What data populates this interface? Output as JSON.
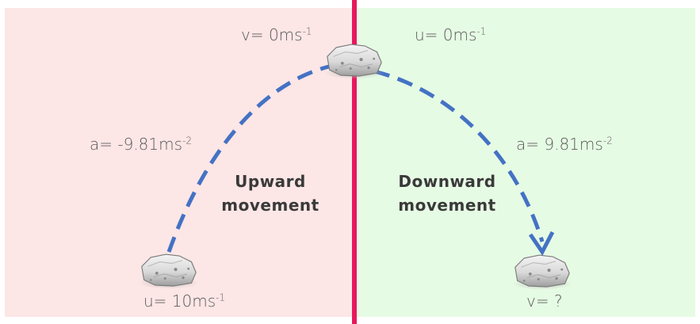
{
  "labels": {
    "v_top": {
      "prefix": "v= 0ms",
      "exp": "-1"
    },
    "u_top": {
      "prefix": "u= 0ms",
      "exp": "-1"
    },
    "a_left": {
      "prefix": "a= -9.81ms",
      "exp": "-2"
    },
    "a_right": {
      "prefix": "a= 9.81ms",
      "exp": "-2"
    },
    "u_bottom": {
      "prefix": "u= 10ms",
      "exp": "-1"
    },
    "v_bottom": {
      "prefix": "v= ?",
      "exp": ""
    }
  },
  "movements": {
    "upward": [
      "Upward",
      "movement"
    ],
    "downward": [
      "Downward",
      "movement"
    ]
  },
  "colors": {
    "left_bg": "#fde6e6",
    "right_bg": "#e6fbe4",
    "divider": "#e8185c",
    "path": "#4472c4",
    "text": "#5a5a5a"
  },
  "icons": [
    "rock-icon"
  ]
}
